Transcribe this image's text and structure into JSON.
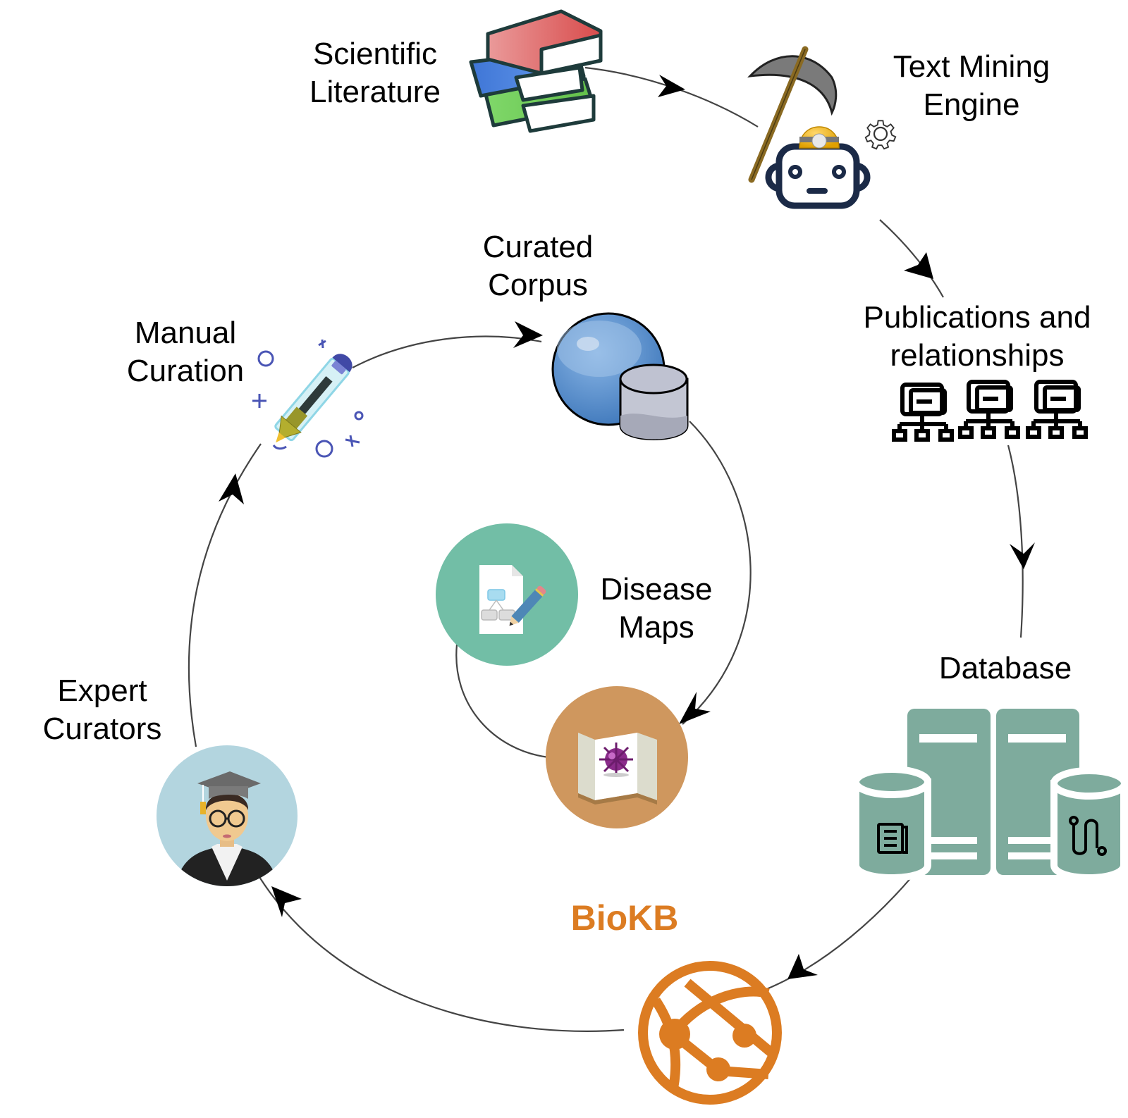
{
  "diagram": {
    "title": "BioKB curation cycle",
    "nodes": [
      {
        "id": "scientific-literature",
        "lines": [
          "Scientific",
          "Literature"
        ],
        "icon": "books-icon"
      },
      {
        "id": "text-mining-engine",
        "lines": [
          "Text Mining",
          "Engine"
        ],
        "icon": "robot-miner-icon"
      },
      {
        "id": "publications-relationships",
        "lines": [
          "Publications and",
          "relationships"
        ],
        "icon": "network-hierarchy-icon"
      },
      {
        "id": "database",
        "lines": [
          "Database"
        ],
        "icon": "database-servers-icon"
      },
      {
        "id": "biokb",
        "lines": [
          "BioKB"
        ],
        "icon": "globe-network-icon",
        "color": "#dc7c22"
      },
      {
        "id": "expert-curators",
        "lines": [
          "Expert",
          "Curators"
        ],
        "icon": "graduate-avatar-icon"
      },
      {
        "id": "manual-curation",
        "lines": [
          "Manual",
          "Curation"
        ],
        "icon": "pen-icon"
      },
      {
        "id": "curated-corpus",
        "lines": [
          "Curated",
          "Corpus"
        ],
        "icon": "globe-database-icon"
      },
      {
        "id": "disease-maps",
        "lines": [
          "Disease",
          "Maps"
        ],
        "icon": "diagram-edit-icon"
      }
    ],
    "edges": [
      {
        "from": "scientific-literature",
        "to": "text-mining-engine"
      },
      {
        "from": "text-mining-engine",
        "to": "publications-relationships"
      },
      {
        "from": "publications-relationships",
        "to": "database"
      },
      {
        "from": "database",
        "to": "biokb"
      },
      {
        "from": "biokb",
        "to": "expert-curators"
      },
      {
        "from": "expert-curators",
        "to": "manual-curation"
      },
      {
        "from": "manual-curation",
        "to": "curated-corpus"
      },
      {
        "from": "curated-corpus",
        "to": "disease-maps"
      },
      {
        "from": "disease-maps",
        "to": "disease-maps-editor"
      }
    ],
    "colors": {
      "brand": "#dc7c22",
      "database": "#7eab9d",
      "disease_editor": "#72bea6",
      "disease_map": "#cf975e",
      "curator_bg": "#b3d5df",
      "robot": "#1b2a47",
      "globe": "#4d88c9"
    }
  }
}
